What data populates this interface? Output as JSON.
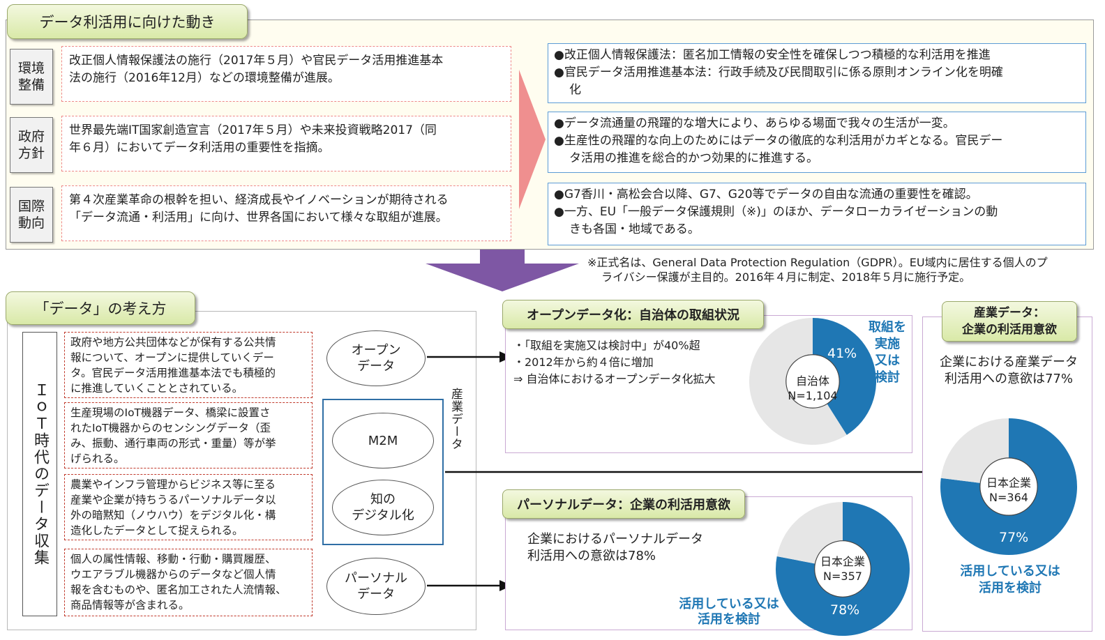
{
  "top": {
    "title": "データ利活用に向けた動き",
    "rows": [
      {
        "category": [
          "環境",
          "整備"
        ],
        "text": [
          "改正個人情報保護法の施行（2017年５月）や官民データ活用推進基本",
          "法の施行（2016年12月）などの環境整備が進展。"
        ],
        "result": [
          "●改正個人情報保護法：匿名加工情報の安全性を確保しつつ積極的な利活用を推進",
          "●官民データ活用推進基本法：行政手続及び民間取引に係る原則オンライン化を明確",
          "化"
        ]
      },
      {
        "category": [
          "政府",
          "方針"
        ],
        "text": [
          "世界最先端IT国家創造宣言（2017年５月）や未来投資戦略2017（同",
          "年６月）においてデータ利活用の重要性を指摘。"
        ],
        "result": [
          "●データ流通量の飛躍的な増大により、あらゆる場面で我々の生活が一変。",
          "●生産性の飛躍的な向上のためにはデータの徹底的な利活用がカギとなる。官民デー",
          "タ活用の推進を総合的かつ効果的に推進する。"
        ]
      },
      {
        "category": [
          "国際",
          "動向"
        ],
        "text": [
          "第４次産業革命の根幹を担い、経済成長やイノベーションが期待される",
          "「データ流通・利活用」に向け、世界各国において様々な取組が進展。"
        ],
        "result": [
          "●G7香川・高松会合以降、G7、G20等でデータの自由な流通の重要性を確認。",
          "●一方、EU「一般データ保護規則（※)」のほか、データローカライゼーションの動",
          "きも各国・地域である。"
        ]
      }
    ],
    "footnote": [
      "※正式名は、General Data Protection Regulation（GDPR）。EU域内に居住する個人のプ",
      "ライバシー保護が主目的。2016年４月に制定、2018年５月に施行予定。"
    ]
  },
  "bottom": {
    "title": "「データ」の考え方",
    "iot_label": "ＩｏＴ時代のデータ収集",
    "iot_items": [
      [
        "政府や地方公共団体などが保有する公共情",
        "報について、オープンに提供していくデー",
        "タ。官民データ活用推進基本法でも積極的",
        "に推進していくこととされている。"
      ],
      [
        "生産現場のIoT機器データ、橋梁に設置さ",
        "れたIoT機器からのセンシングデータ（歪",
        "み、振動、通行車両の形式・重量）等が挙",
        "げられる。"
      ],
      [
        "農業やインフラ管理からビジネス等に至る",
        "産業や企業が持ちうるパーソナルデータ以",
        "外の暗黙知（ノウハウ）をデジタル化・構",
        "造化したデータとして捉えられる。"
      ],
      [
        "個人の属性情報、移動・行動・購買履歴、",
        "ウエアラブル機器からのデータなど個人情",
        "報を含むものや、匿名加工された人流情報、",
        "商品情報等が含まれる。"
      ]
    ],
    "ellipses": {
      "open": [
        "オープン",
        "データ"
      ],
      "m2m": [
        "M2M"
      ],
      "tacit": [
        "知の",
        "デジタル化"
      ],
      "personal": [
        "パーソナル",
        "データ"
      ]
    },
    "industry_label": "産業データ",
    "open_data": {
      "title": "オープンデータ化：自治体の取組状況",
      "bullets": [
        "・「取組を実施又は検討中」が40%超",
        "・2012年から約４倍に増加",
        "⇒ 自治体におけるオープンデータ化拡大"
      ],
      "center": [
        "自治体",
        "N=1,104"
      ],
      "pct_label": "41%",
      "legend": [
        "取組を",
        "実施",
        "又は",
        "検討"
      ]
    },
    "personal_data": {
      "title": "パーソナルデータ：企業の利活用意欲",
      "desc": [
        "企業におけるパーソナルデータ",
        "利活用への意欲は78%"
      ],
      "center": [
        "日本企業",
        "N=357"
      ],
      "pct_label": "78%",
      "legend": [
        "活用している又は",
        "活用を検討"
      ]
    },
    "industry_data": {
      "title": [
        "産業データ：",
        "企業の利活用意欲"
      ],
      "desc": [
        "企業における産業データ",
        "利活用への意欲は77%"
      ],
      "center": [
        "日本企業",
        "N=364"
      ],
      "pct_label": "77%",
      "legend": [
        "活用している又は",
        "活用を検討"
      ]
    }
  },
  "chart_data": [
    {
      "type": "pie",
      "categories": [
        "取組を実施又は検討",
        ""
      ],
      "values": [
        41,
        59
      ]
    },
    {
      "type": "pie",
      "categories": [
        "活用している又は活用を検討",
        ""
      ],
      "values": [
        78,
        22
      ]
    },
    {
      "type": "pie",
      "categories": [
        "活用している又は活用を検討",
        ""
      ],
      "values": [
        77,
        23
      ]
    }
  ],
  "colors": {
    "accent": "#1f77b4",
    "grey": "#e6e6e6",
    "arrow_purple": "#7e57a4",
    "arrow_pink": "#ef8f8f"
  }
}
